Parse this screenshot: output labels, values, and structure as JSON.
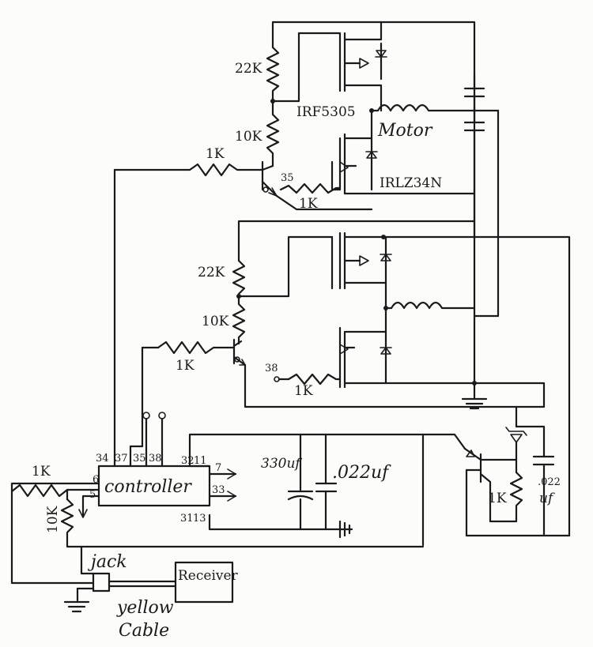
{
  "labels": {
    "r_22k_top": "22K",
    "r_10k_top": "10K",
    "r_1k_base_top": "1K",
    "r_1k_pin35": "1K",
    "pin35": "35",
    "mosfet_p": "IRF5305",
    "mosfet_n": "IRLZ34N",
    "motor": "Motor",
    "r_22k_bot": "22K",
    "r_10k_bot": "10K",
    "r_1k_base_bot": "1K",
    "pin38": "38",
    "r_1k_pin38": "1K",
    "controller": "controller",
    "pin_34": "34",
    "pin_37": "37",
    "pin_35": "35",
    "pin_38": "38",
    "pin_32": "32",
    "pin_11": "11",
    "pin_7": "7",
    "pin_33": "33",
    "pin_6": "6",
    "pin_5": "5",
    "pin_31": "31",
    "pin_13": "13",
    "cap_330": "330uf",
    "cap_022a": ".022uf",
    "cap_022b_1": ".022",
    "cap_022b_2": "uf",
    "r_1k_right": "1K",
    "r_1k_pot": "1K",
    "r_10k_pot": "10K",
    "jack": "jack",
    "receiver": "Receiver",
    "cable_1": "yellow",
    "cable_2": "Cable"
  }
}
